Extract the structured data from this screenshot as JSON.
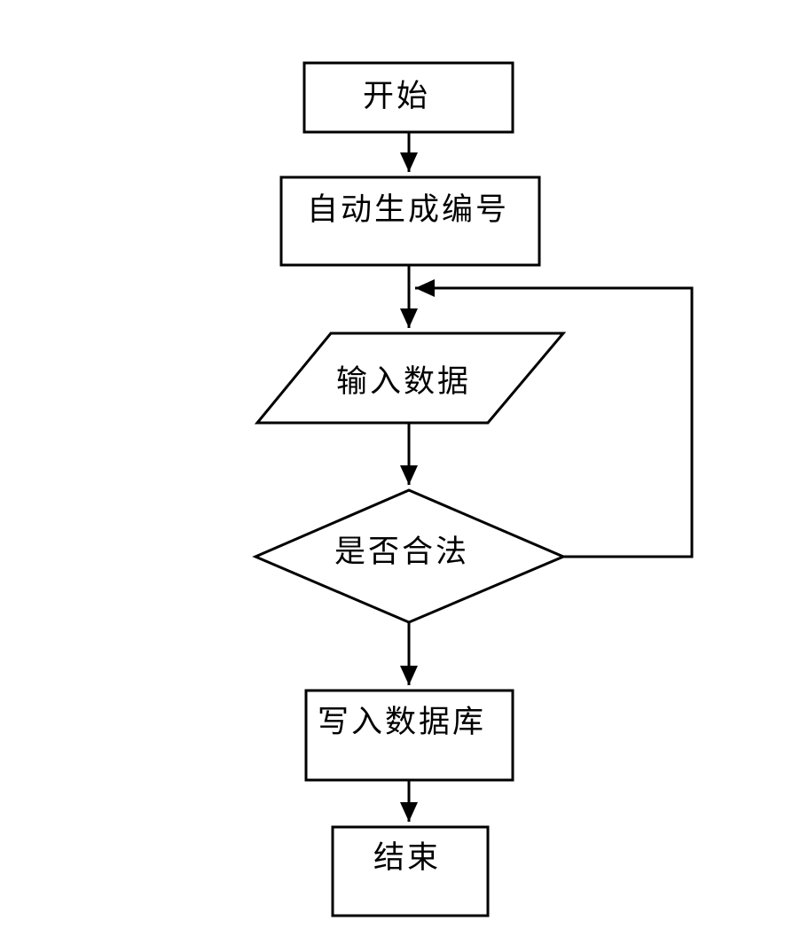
{
  "diagram": {
    "type": "flowchart",
    "background_color": "#ffffff",
    "stroke_color": "#000000",
    "text_color": "#000000",
    "nodes": [
      {
        "id": "start",
        "shape": "rectangle",
        "label": "开始"
      },
      {
        "id": "generate",
        "shape": "rectangle",
        "label": "自动生成编号"
      },
      {
        "id": "input",
        "shape": "parallelogram",
        "label": "输入数据"
      },
      {
        "id": "valid",
        "shape": "diamond",
        "label": "是否合法"
      },
      {
        "id": "write",
        "shape": "rectangle",
        "label": "写入数据库"
      },
      {
        "id": "end",
        "shape": "rectangle",
        "label": "结束"
      }
    ],
    "edges": [
      {
        "from": "start",
        "to": "generate",
        "label": ""
      },
      {
        "from": "generate",
        "to": "input",
        "label": ""
      },
      {
        "from": "input",
        "to": "valid",
        "label": ""
      },
      {
        "from": "valid",
        "to": "write",
        "label": ""
      },
      {
        "from": "write",
        "to": "end",
        "label": ""
      },
      {
        "from": "valid",
        "to": "input",
        "label": "",
        "kind": "feedback-loop"
      }
    ]
  }
}
